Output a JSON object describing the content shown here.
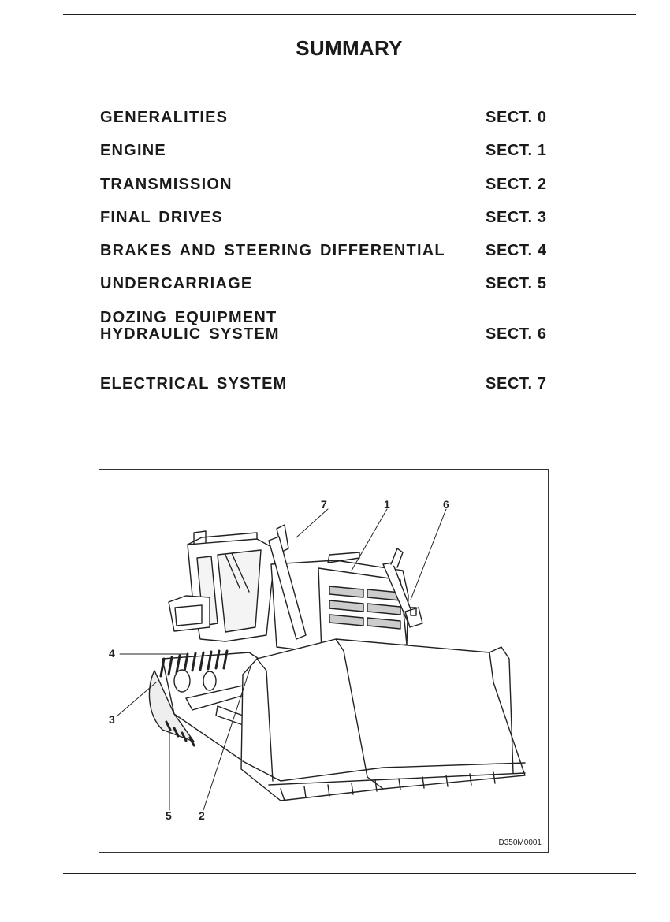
{
  "title": "SUMMARY",
  "toc": [
    {
      "name": "GENERALITIES",
      "section": "SECT. 0"
    },
    {
      "name": "ENGINE",
      "section": "SECT. 1"
    },
    {
      "name": "TRANSMISSION",
      "section": "SECT. 2"
    },
    {
      "name": "FINAL DRIVES",
      "section": "SECT. 3"
    },
    {
      "name": "BRAKES AND STEERING DIFFERENTIAL",
      "section": "SECT. 4"
    },
    {
      "name": "UNDERCARRIAGE",
      "section": "SECT. 5"
    },
    {
      "name": "DOZING EQUIPMENT",
      "name2": "HYDRAULIC SYSTEM",
      "section": "SECT. 6"
    },
    {
      "name": "ELECTRICAL SYSTEM",
      "section": "SECT. 7"
    }
  ],
  "figure": {
    "callouts": [
      "1",
      "2",
      "3",
      "4",
      "5",
      "6",
      "7"
    ],
    "code": "D350M0001"
  }
}
